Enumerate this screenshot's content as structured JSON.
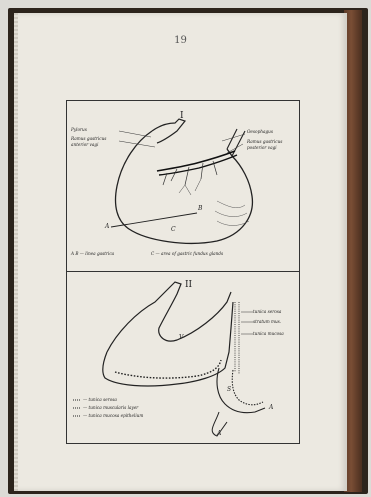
{
  "page": {
    "number": "19"
  },
  "figure_1": {
    "numeral": "I",
    "labels": {
      "top_left_1": "Pylorus",
      "top_left_2": "Ramus gastricus",
      "top_left_3": "anterior vagi",
      "top_right_1": "Oesophagus",
      "top_right_2": "Ramus gastricus",
      "top_right_3": "posterior vagi"
    },
    "letters": {
      "a": "A",
      "b": "B",
      "c": "C"
    },
    "caption_left": "A B — linea gastrica",
    "caption_right": "C — area of gastric fundus glands"
  },
  "figure_2": {
    "numeral": "II",
    "labels": {
      "right_1": "tunica serosa",
      "right_2": "stratum mus.",
      "right_3": "tunica mucosa"
    },
    "letters": {
      "v": "V",
      "s": "S",
      "a1": "A",
      "a2": "A"
    },
    "legend": {
      "line_1": "— tunica serosa",
      "line_2": "— tunica muscularis layer",
      "line_3": "— tunica mucosa epithelium"
    }
  }
}
